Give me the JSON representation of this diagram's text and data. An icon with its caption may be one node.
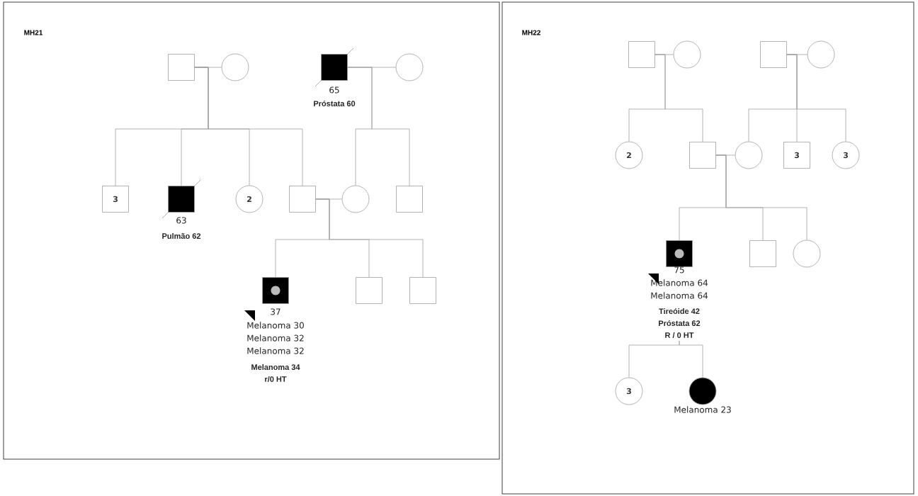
{
  "diagram": {
    "nodes": [
      {
        "text": [
          "MH21"
        ]
      },
      {
        "text": [],
        "shape": "box",
        "in": 0
      },
      {
        "text": [],
        "shape": "circle",
        "in": 0
      },
      {
        "text": [],
        "shape": "box",
        "in": 0,
        "beside": [
          "65",
          "Próstata 60"
        ]
      },
      {
        "text": [],
        "shape": "circle",
        "in": 0
      },
      {
        "text": [
          "3"
        ],
        "in": 0
      },
      {
        "text": [],
        "shape": "box",
        "in": 0,
        "beside": [
          "63",
          "Pulmão 62"
        ]
      },
      {
        "text": [
          "2"
        ],
        "in": 0
      },
      {
        "text": [],
        "shape": "box",
        "in": 0
      },
      {
        "text": [],
        "shape": "circle",
        "in": 0
      },
      {
        "text": [],
        "shape": "box",
        "in": 0
      },
      {
        "text": [],
        "shape": "box",
        "in": 0,
        "beside": [
          "37",
          "Melanoma 30",
          "Melanoma 32",
          "Melanoma 32",
          "Melanoma 34",
          "r/0 HT"
        ]
      },
      {
        "text": [],
        "shape": "box",
        "in": 0
      },
      {
        "text": [],
        "shape": "box",
        "in": 0
      },
      {
        "text": [
          "MH22"
        ]
      },
      {
        "text": [],
        "shape": "box",
        "in": 14
      },
      {
        "text": [],
        "shape": "circle",
        "in": 14
      },
      {
        "text": [],
        "shape": "box",
        "in": 14
      },
      {
        "text": [],
        "shape": "circle",
        "in": 14
      },
      {
        "text": [
          "2"
        ],
        "in": 14
      },
      {
        "text": [],
        "shape": "box",
        "in": 14
      },
      {
        "text": [],
        "shape": "circle",
        "in": 14
      },
      {
        "text": [
          "3"
        ],
        "in": 14
      },
      {
        "text": [
          "3"
        ],
        "in": 14
      },
      {
        "text": [],
        "shape": "box",
        "in": 14,
        "beside": [
          "75",
          "Melanoma 64",
          "Melanoma 64",
          "Tireóide 42",
          "Próstata 62",
          "R / 0 HT"
        ]
      },
      {
        "text": [],
        "shape": "box",
        "in": 14
      },
      {
        "text": [],
        "shape": "circle",
        "in": 14
      },
      {
        "text": [
          "3"
        ],
        "in": 14
      },
      {
        "text": [],
        "shape": "circle",
        "in": 14,
        "beside": [
          "Melanoma 23"
        ]
      }
    ],
    "edges": [
      {
        "from": 1,
        "to": 2,
        "arrow": "none"
      },
      {
        "from": 3,
        "to": 4,
        "arrow": "none"
      },
      {
        "from": 1,
        "to": 5,
        "arrow": "none"
      },
      {
        "from": 1,
        "to": 6,
        "arrow": "none"
      },
      {
        "from": 1,
        "to": 7,
        "arrow": "none"
      },
      {
        "from": 1,
        "to": 8,
        "arrow": "none"
      },
      {
        "from": 3,
        "to": 9,
        "arrow": "none"
      },
      {
        "from": 3,
        "to": 10,
        "arrow": "none"
      },
      {
        "from": 8,
        "to": 9,
        "arrow": "none"
      },
      {
        "from": 8,
        "to": 11,
        "arrow": "none"
      },
      {
        "from": 8,
        "to": 12,
        "arrow": "none"
      },
      {
        "from": 8,
        "to": 13,
        "arrow": "none"
      },
      {
        "from": 15,
        "to": 16,
        "arrow": "none"
      },
      {
        "from": 17,
        "to": 18,
        "arrow": "none"
      },
      {
        "from": 15,
        "to": 19,
        "arrow": "none"
      },
      {
        "from": 15,
        "to": 20,
        "arrow": "none"
      },
      {
        "from": 17,
        "to": 21,
        "arrow": "none"
      },
      {
        "from": 17,
        "to": 22,
        "arrow": "none"
      },
      {
        "from": 17,
        "to": 23,
        "arrow": "none"
      },
      {
        "from": 20,
        "to": 21,
        "arrow": "none"
      },
      {
        "from": 20,
        "to": 24,
        "arrow": "none"
      },
      {
        "from": 20,
        "to": 25,
        "arrow": "none"
      },
      {
        "from": 20,
        "to": 26,
        "arrow": "none"
      },
      {
        "from": 24,
        "to": 27,
        "arrow": "none"
      },
      {
        "from": 24,
        "to": 28,
        "arrow": "none"
      }
    ]
  }
}
